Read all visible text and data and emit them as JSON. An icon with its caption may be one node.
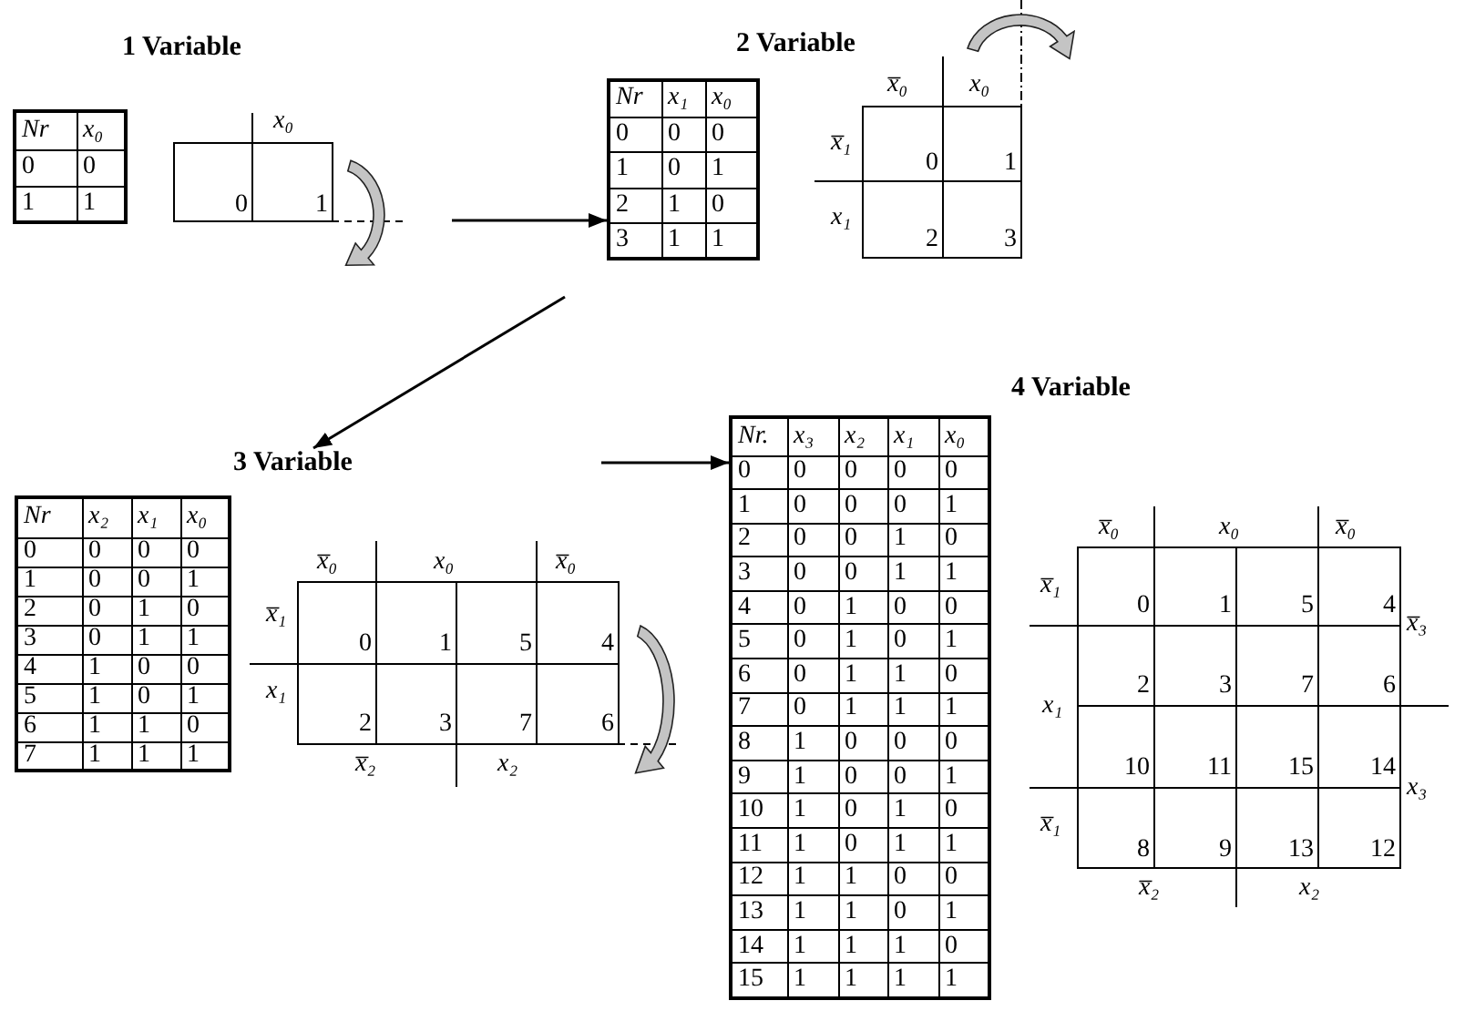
{
  "diagram": {
    "nodes": [
      {
        "text": [
          "Nr",
          "x₀",
          "0",
          "0",
          "1",
          "1"
        ]
      },
      {
        "text": [
          "x₀",
          "0",
          "1"
        ]
      },
      {
        "text": [
          "Nr",
          "x₁",
          "x₀",
          "0",
          "0",
          "0",
          "1",
          "0",
          "1",
          "2",
          "1",
          "0",
          "3",
          "1",
          "1"
        ]
      },
      {
        "text": [
          "x̅₀",
          "x₀",
          "x̅₁",
          "0",
          "1",
          "x₁",
          "2",
          "3"
        ]
      },
      {
        "text": [
          "3 Variable"
        ]
      },
      {
        "text": [
          "Nr",
          "x₂",
          "x₁",
          "x₀",
          "0",
          "0",
          "0",
          "0",
          "1",
          "0",
          "0",
          "1",
          "2",
          "0",
          "1",
          "0",
          "3",
          "0",
          "1",
          "1",
          "4",
          "1",
          "0",
          "0",
          "5",
          "1",
          "0",
          "1",
          "6",
          "1",
          "1",
          "0",
          "7",
          "1",
          "1",
          "1"
        ]
      },
      {
        "text": [
          "x̅₀",
          "x₀",
          "x̅₀",
          "x̅₁",
          "0",
          "1",
          "5",
          "4",
          "x₁",
          "2",
          "3",
          "7",
          "6",
          "x̅₂",
          "x₂"
        ]
      },
      {
        "text": [
          "Nr.",
          "x₃",
          "x₂",
          "x₁",
          "x₀",
          "0",
          "0",
          "0",
          "0",
          "0",
          "1",
          "0",
          "0",
          "0",
          "1",
          "2",
          "0",
          "0",
          "1",
          "0",
          "3",
          "0",
          "0",
          "1",
          "1",
          "4",
          "0",
          "1",
          "0",
          "0",
          "5",
          "0",
          "1",
          "0",
          "1",
          "6",
          "0",
          "1",
          "1",
          "0",
          "7",
          "0",
          "1",
          "1",
          "1",
          "8",
          "1",
          "0",
          "0",
          "0",
          "9",
          "1",
          "0",
          "0",
          "1",
          "10",
          "1",
          "0",
          "1",
          "0",
          "11",
          "1",
          "0",
          "1",
          "1",
          "12",
          "1",
          "1",
          "0",
          "0",
          "13",
          "1",
          "1",
          "0",
          "1",
          "14",
          "1",
          "1",
          "1",
          "0",
          "15",
          "1",
          "1",
          "1",
          "1"
        ]
      },
      {
        "text": [
          "x̅₀",
          "x₀",
          "x̅₀",
          "x̅₁",
          "0",
          "1",
          "5",
          "4",
          "x̅₃",
          "2",
          "3",
          "7",
          "6",
          "x₁",
          "10",
          "11",
          "15",
          "14",
          "x₃",
          "x̅₁",
          "8",
          "9",
          "13",
          "12",
          "x̅₂",
          "x₂"
        ]
      }
    ],
    "edges": [
      {
        "from": null,
        "to": 2,
        "arrow": "to"
      },
      {
        "from": null,
        "to": 4,
        "arrow": "to"
      },
      {
        "from": null,
        "to": 7,
        "arrow": "to"
      }
    ],
    "labels": [
      "1 Variable",
      "2 Variable",
      "4 Variable"
    ]
  }
}
